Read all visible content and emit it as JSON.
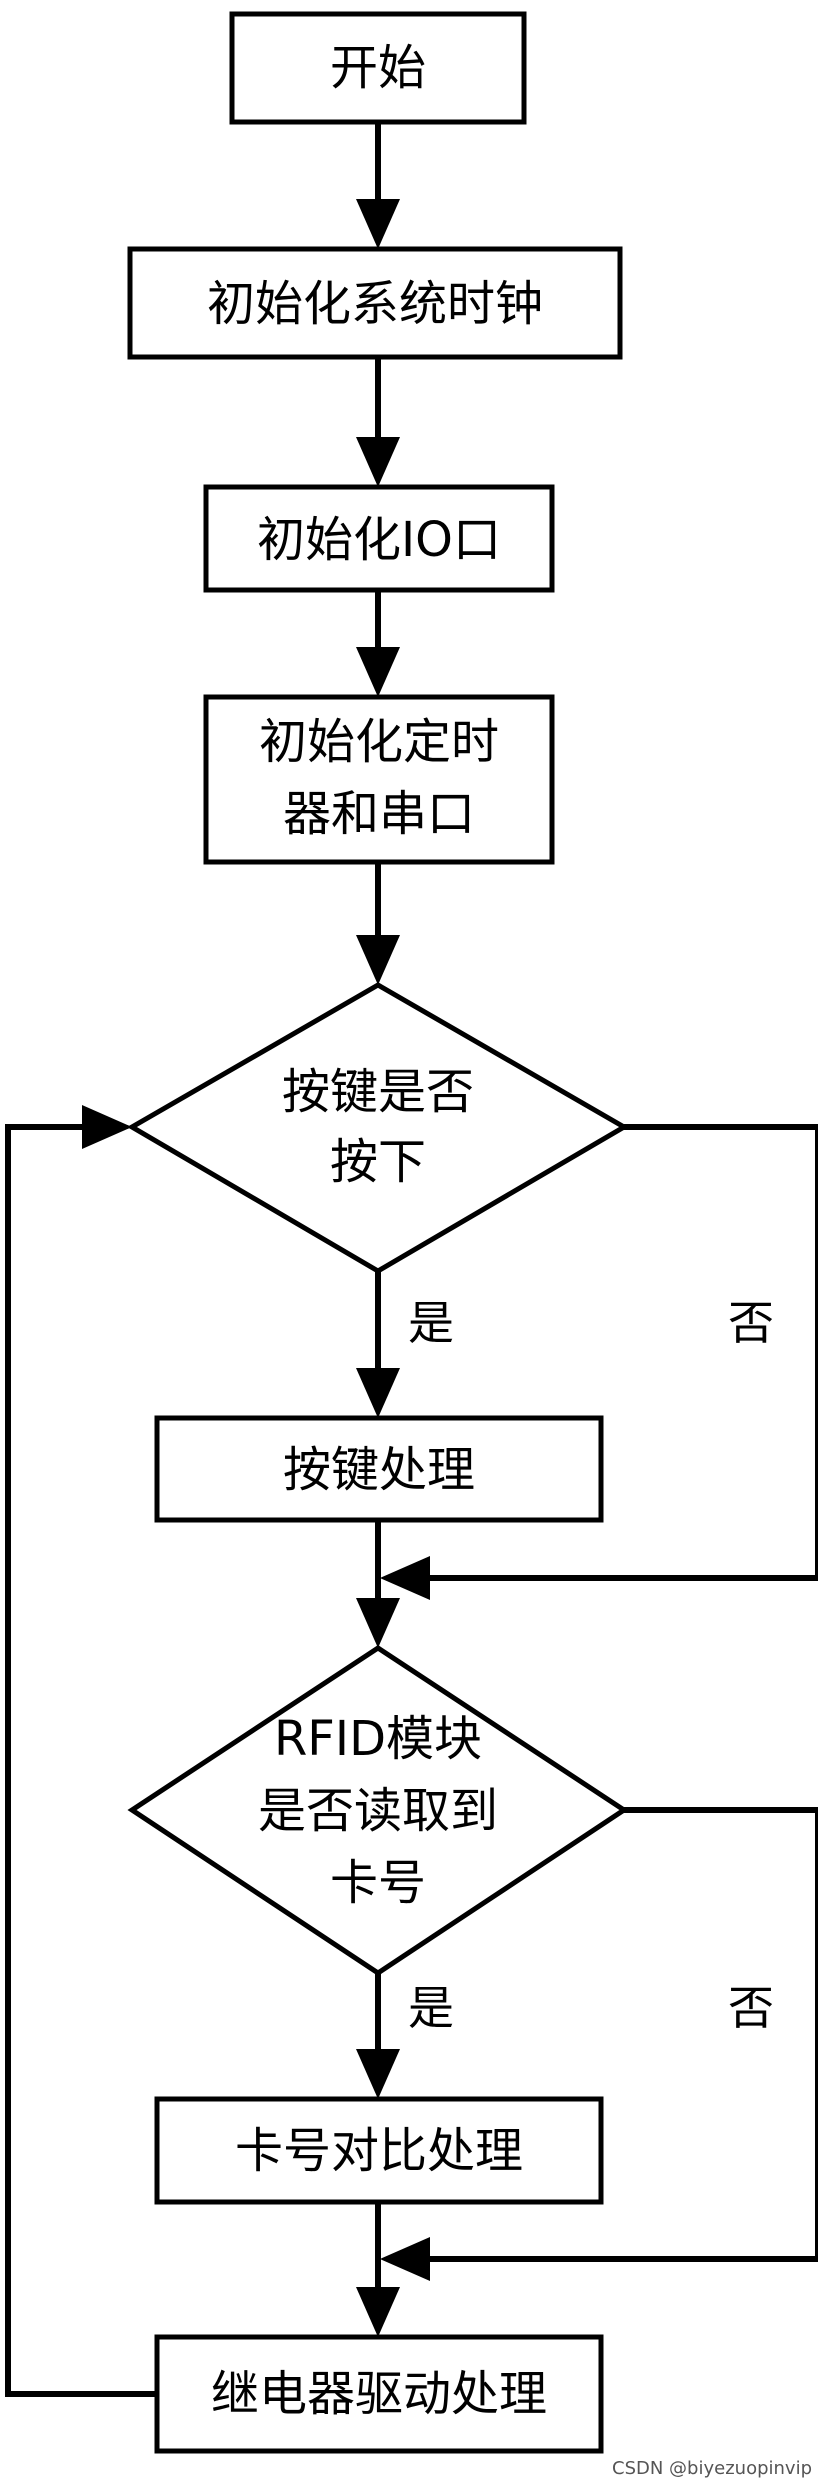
{
  "nodes": {
    "start": "开始",
    "init_clock": "初始化系统时钟",
    "init_io": "初始化IO口",
    "init_timer_line1": "初始化定时",
    "init_timer_line2": "器和串口",
    "key_check_line1": "按键是否",
    "key_check_line2": "按下",
    "key_process": "按键处理",
    "rfid_check_line1": "RFID模块",
    "rfid_check_line2": "是否读取到",
    "rfid_check_line3": "卡号",
    "card_compare": "卡号对比处理",
    "relay_drive": "继电器驱动处理"
  },
  "branches": {
    "key_yes": "是",
    "key_no": "否",
    "rfid_yes": "是",
    "rfid_no": "否"
  },
  "watermark": "CSDN @biyezuopinvip"
}
